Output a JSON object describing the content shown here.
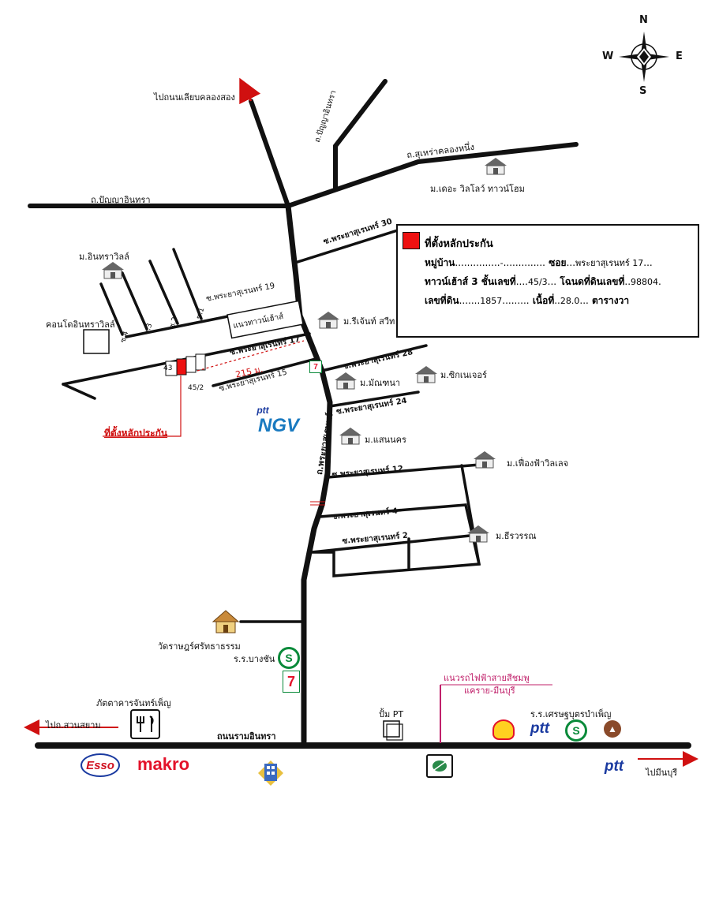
{
  "compass": {
    "n": "N",
    "s": "S",
    "e": "E",
    "w": "W"
  },
  "roads": {
    "klong_song": "ไปถนนเลียบคลองสอง",
    "panya_vertical": "ถ.ปัญญาอินทรา",
    "sukhaprachapha": "ถ.สุเหร่าคลองหนึ่ง",
    "panya_horizontal": "ถ.ปัญญาอินทรา",
    "soi30": "ซ.พระยาสุเรนทร์ 30",
    "soi19": "ซ.พระยาสุเรนทร์ 19",
    "soi17": "ซ.พระยาสุเรนทร์ 17",
    "soi15": "ซ.พระยาสุเรนทร์ 15",
    "soi28": "ซ.พระยาสุเรนทร์ 28",
    "soi24": "ซ.พระยาสุเรนทร์ 24",
    "soi12": "ซ.พระยาสุเรนทร์ 12",
    "soi4": "ซ.พระยาสุเรนทร์ 4",
    "soi2": "ซ.พระยาสุเรนทร์ 2",
    "main_vertical": "ถ.พระยาสุเรนทร์",
    "ramintra": "ถนนรามอินทรา",
    "sub1": "ซ.1",
    "sub2": "ซ.2",
    "sub3": "ซ.3",
    "sub4": "ซ.4"
  },
  "places": {
    "the_villa": "ม.เดอะ วิลโลว์ ทาวน์โฮม",
    "intra_ville": "ม.อินทราวิลล์",
    "condo": "คอนโดอินทราวิลล์",
    "regent": "ม.รีเจ้นท์ สวีท",
    "townhouse_row": "แนวทาวน์เฮ้าส์",
    "distance": "215 ม.",
    "plot43": "43",
    "plot452": "45/2",
    "collateral": "ที่ตั้งหลักประกัน",
    "monthana": "ม.มัณฑนา",
    "tiknature": "ม.ซิกเนเจอร์",
    "saen_nakhon": "ม.แสนนคร",
    "fuengfa": "ม.เฟื่องฟ้าวิลเลจ",
    "teerawan": "ม.ธีรวรรณ",
    "temple": "วัดราษฎร์ศรัทธาธรรม",
    "school_bangchan": "ร.ร.บางชัน",
    "restaurant": "ภัตตาคารจันทร์เพ็ญ",
    "to_siam_park": "ไปถ.สวนสยาม",
    "pump_pt": "ปั้ม PT",
    "purple_line": "แนวรถไฟฟ้าสายสีชมพู",
    "khae_rai": "แคราย-มีนบุรี",
    "school_setthabut": "ร.ร.เศรษฐบุตรบำเพ็ญ",
    "to_minburi": "ไปมีนบุรี"
  },
  "info": {
    "title": "ที่ตั้งหลักประกัน",
    "village_label": "หมู่บ้าน",
    "village_value": "-",
    "soi_label": "ซอย",
    "soi_value": "พระยาสุเรนทร์ 17",
    "type_label": "ทาวน์เฮ้าส์ 3 ชั้นเลขที่",
    "house_no": "45/3",
    "deed_label": "โฉนดที่ดินเลขที่",
    "deed_no": "98804",
    "land_label": "เลขที่ดิน",
    "land_no": "1857",
    "area_label": "เนื้อที่",
    "area_value": "28.0",
    "area_unit": "ตารางวา"
  },
  "logos": {
    "ptt_ngv_top": "ptt",
    "ngv": "NGV",
    "esso": "Esso",
    "makro": "makro",
    "ptt1": "ptt",
    "ptt2": "ptt",
    "seven": "7",
    "s_mark": "S"
  },
  "colors": {
    "road": "#111111",
    "red": "#d01010",
    "pink": "#c0206a",
    "ptt_blue": "#1a3aa0",
    "esso_red": "#d01020",
    "makro_red": "#e3122a",
    "seven_green": "#0a8a3a"
  }
}
